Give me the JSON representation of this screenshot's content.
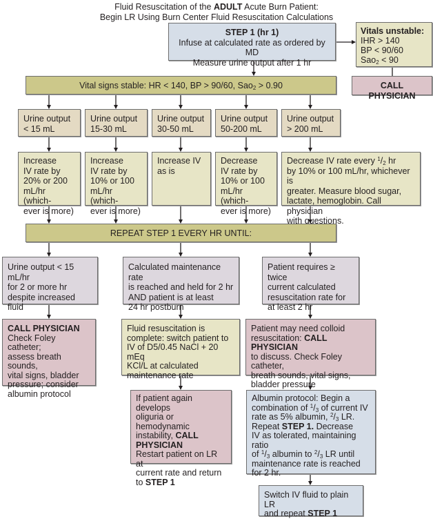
{
  "title": {
    "line1_pre": "Fluid Resuscitation of the ",
    "line1_bold": "ADULT",
    "line1_post": " Acute Burn Patient:",
    "line2": "Begin LR Using Burn Center Fluid Resuscitation Calculations"
  },
  "step1": {
    "heading": "STEP 1 (hr 1)",
    "line1": "Infuse at calculated rate as ordered by MD",
    "line2": "Measure urine output after 1 hr"
  },
  "vitals_unstable": {
    "heading": "Vitals unstable:",
    "hr": "IHR > 140",
    "bp": "BP < 90/60",
    "sao_pre": "Sao",
    "sao_sub": "2",
    "sao_post": " < 90"
  },
  "call_physician_top": "CALL PHYSICIAN",
  "vitals_stable": {
    "pre": "Vital signs stable: HR < 140, BP > 90/60, Sao",
    "sub": "2",
    "post": " > 0.90"
  },
  "urine_outputs": [
    {
      "line1": "Urine output",
      "line2": "< 15 mL"
    },
    {
      "line1": "Urine output",
      "line2": "15-30 mL"
    },
    {
      "line1": "Urine output",
      "line2": "30-50 mL"
    },
    {
      "line1": "Urine output",
      "line2": "50-200 mL"
    },
    {
      "line1": "Urine output",
      "line2": "> 200 mL"
    }
  ],
  "actions": [
    {
      "lines": [
        "Increase",
        "IV rate by",
        "20% or 200",
        "mL/hr (which-",
        "ever is more)"
      ]
    },
    {
      "lines": [
        "Increase",
        "IV rate by",
        "10% or 100",
        "mL/hr (which-",
        "ever is more)"
      ]
    },
    {
      "lines": [
        "Increase IV",
        "as is"
      ]
    },
    {
      "lines": [
        "Decrease",
        "IV rate by",
        "10% or 100",
        "mL/hr (which-",
        "ever is more)"
      ]
    },
    {
      "line1_pre": "Decrease IV rate every ",
      "line1_frac_num": "1",
      "line1_frac_den": "2",
      "line1_post": " hr",
      "lines": [
        "by 10% or 100 mL/hr, whichever is",
        "greater. Measure blood sugar,",
        "lactate, hemoglobin. Call physician",
        "with questions."
      ]
    }
  ],
  "repeat_banner": "REPEAT STEP 1 EVERY HR UNTIL:",
  "conditions": [
    {
      "lines": [
        "Urine output < 15 mL/hr",
        "for 2 or more hr",
        "despite increased fluid"
      ]
    },
    {
      "lines": [
        "Calculated maintenance rate",
        "is reached and held for 2 hr",
        "AND patient is at least",
        "24 hr postburn"
      ]
    },
    {
      "lines": [
        "Patient requires ≥ twice",
        "current calculated",
        "resuscitation rate for",
        "at least 2 hr"
      ]
    }
  ],
  "call_left": {
    "heading": "CALL PHYSICIAN",
    "lines": [
      "Check Foley catheter;",
      "assess breath sounds,",
      "vital signs, bladder",
      "pressure; consider",
      "albumin protocol"
    ]
  },
  "fluid_complete": {
    "lines": [
      "Fluid resuscitation is",
      "complete: switch patient to",
      "IV of D5/0.45 NaCl + 20 mEq",
      "KCl/L at calculated",
      "maintenance rate"
    ]
  },
  "colloid": {
    "line1": "Patient may need colloid",
    "line2_pre": "resuscitation: ",
    "line2_bold": "CALL PHYSICIAN",
    "line3": "to discuss. Check Foley catheter,",
    "line4": "breath sounds, vital signs,",
    "line5": "bladder pressure"
  },
  "oliguria": {
    "line1": "If patient again develops",
    "line2": "oliguria or hemodynamic",
    "line3_pre": "instability, ",
    "line3_bold": "CALL",
    "line4_bold": "PHYSICIAN",
    "line5": "Restart patient on LR at",
    "line6": "current rate and return",
    "line7_pre": "to ",
    "line7_bold": "STEP 1"
  },
  "albumin": {
    "line1": "Albumin protocol: Begin a",
    "line2_pre": "combination of ",
    "frac1_num": "1",
    "frac1_den": "3",
    "line2_post": " of current IV",
    "line3_pre": "rate as 5% albumin, ",
    "frac2_num": "2",
    "frac2_den": "3",
    "line3_post": " LR.",
    "line4_pre": "Repeat ",
    "line4_bold": "STEP 1.",
    "line4_post": " Decrease",
    "line5": "IV as tolerated, maintaining ratio",
    "line6_pre": "of ",
    "line6_mid": " albumin to ",
    "line6_post": " LR until",
    "line7": "maintenance rate is reached",
    "line8": "for 2 hr."
  },
  "switch": {
    "line1": "Switch IV fluid to plain LR",
    "line2_pre": "and repeat ",
    "line2_bold": "STEP 1"
  }
}
